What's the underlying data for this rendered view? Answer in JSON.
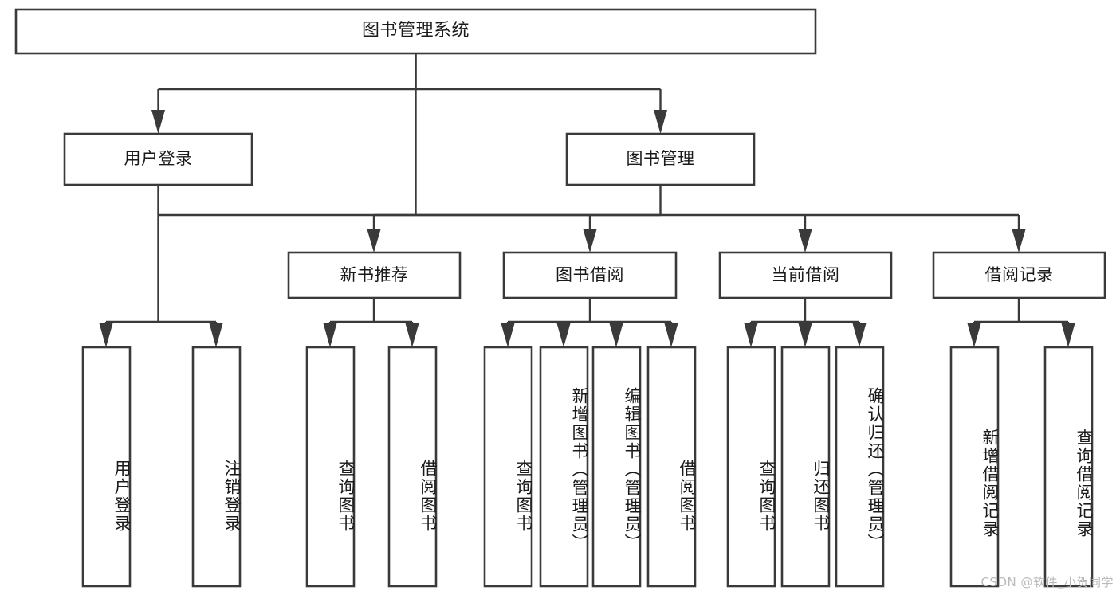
{
  "diagram": {
    "type": "tree-hierarchy-chart",
    "title": "图书管理系统",
    "watermark": "CSDN @软件_小贺同学",
    "colors": {
      "stroke": "#3a3a3a",
      "fill": "#ffffff",
      "text": "#1a1a1a",
      "watermark": "#b9b9b9"
    },
    "root": {
      "label": "图书管理系统",
      "orientation": "horizontal"
    },
    "level1": [
      {
        "label": "用户登录",
        "orientation": "horizontal"
      },
      {
        "label": "图书管理",
        "orientation": "horizontal"
      }
    ],
    "level2": [
      {
        "label": "新书推荐",
        "orientation": "horizontal",
        "parent": "图书管理"
      },
      {
        "label": "图书借阅",
        "orientation": "horizontal",
        "parent": "图书管理"
      },
      {
        "label": "当前借阅",
        "orientation": "horizontal",
        "parent": "图书管理"
      },
      {
        "label": "借阅记录",
        "orientation": "horizontal",
        "parent": "图书管理"
      }
    ],
    "leaves": {
      "user_login": [
        {
          "label": "用户登录",
          "orientation": "vertical"
        },
        {
          "label": "注销登录",
          "orientation": "vertical"
        }
      ],
      "new_book_recommend": [
        {
          "label": "查询图书",
          "orientation": "vertical"
        },
        {
          "label": "借阅图书",
          "orientation": "vertical"
        }
      ],
      "book_borrow": [
        {
          "label": "查询图书",
          "orientation": "vertical"
        },
        {
          "label": "新增图书（管理员）",
          "orientation": "vertical"
        },
        {
          "label": "编辑图书（管理员）",
          "orientation": "vertical"
        },
        {
          "label": "借阅图书",
          "orientation": "vertical"
        }
      ],
      "current_borrow": [
        {
          "label": "查询图书",
          "orientation": "vertical"
        },
        {
          "label": "归还图书",
          "orientation": "vertical"
        },
        {
          "label": "确认归还（管理员）",
          "orientation": "vertical"
        }
      ],
      "borrow_record": [
        {
          "label": "新增借阅记录",
          "orientation": "vertical"
        },
        {
          "label": "查询借阅记录",
          "orientation": "vertical"
        }
      ]
    }
  }
}
